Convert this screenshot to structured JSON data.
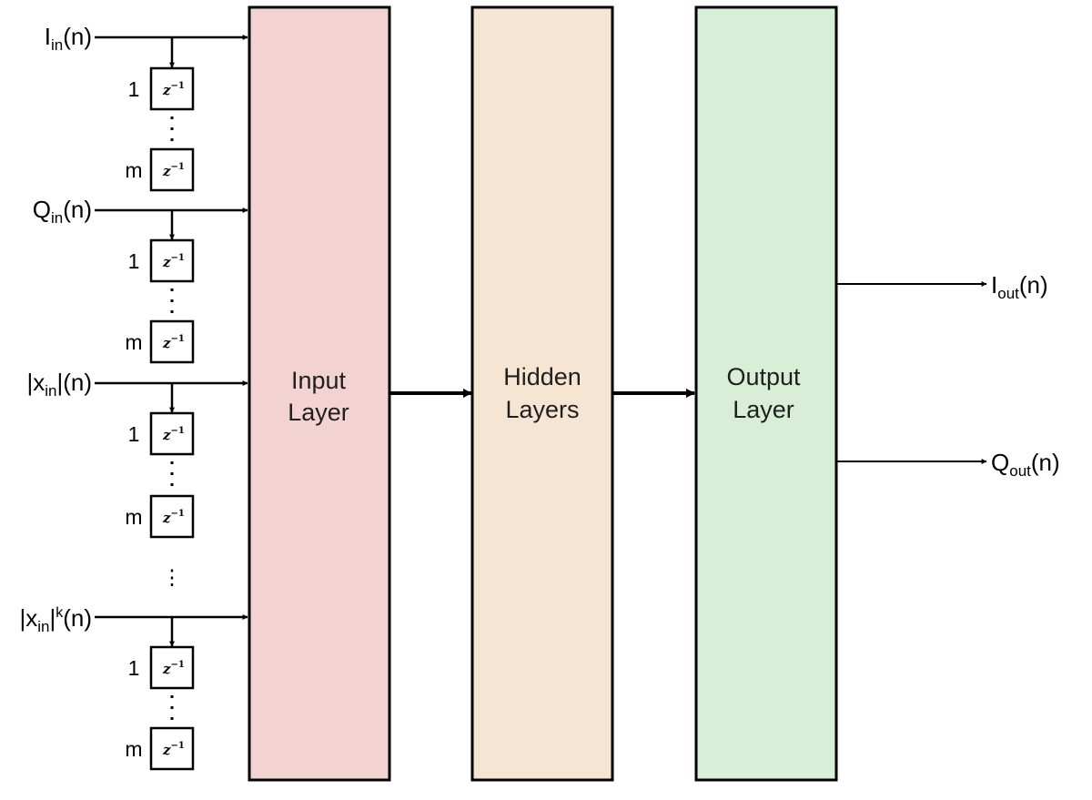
{
  "inputs": [
    {
      "id": "i",
      "base": "I",
      "sub": "in",
      "suffix": "(n)"
    },
    {
      "id": "q",
      "base": "Q",
      "sub": "in",
      "suffix": "(n)"
    },
    {
      "id": "x",
      "prefix": "|x",
      "sub": "in",
      "suffix": "|(n)"
    },
    {
      "id": "xk",
      "prefix": "|x",
      "sub": "in",
      "mid": "|",
      "sup": "k",
      "suffix": "(n)"
    }
  ],
  "delay": {
    "z": "z",
    "exp": "−1",
    "first_index": "1",
    "last_index": "m",
    "vdots": "⋮"
  },
  "blocks": {
    "input": {
      "line1": "Input",
      "line2": "Layer",
      "fill": "#f2d3d2"
    },
    "hidden": {
      "line1": "Hidden",
      "line2": "Layers",
      "fill": "#f7e5d4"
    },
    "output": {
      "line1": "Output",
      "line2": "Layer",
      "fill": "#d9eed6"
    }
  },
  "outputs": [
    {
      "id": "iout",
      "base": "I",
      "sub": "out",
      "suffix": "(n)"
    },
    {
      "id": "qout",
      "base": "Q",
      "sub": "out",
      "suffix": "(n)"
    }
  ]
}
